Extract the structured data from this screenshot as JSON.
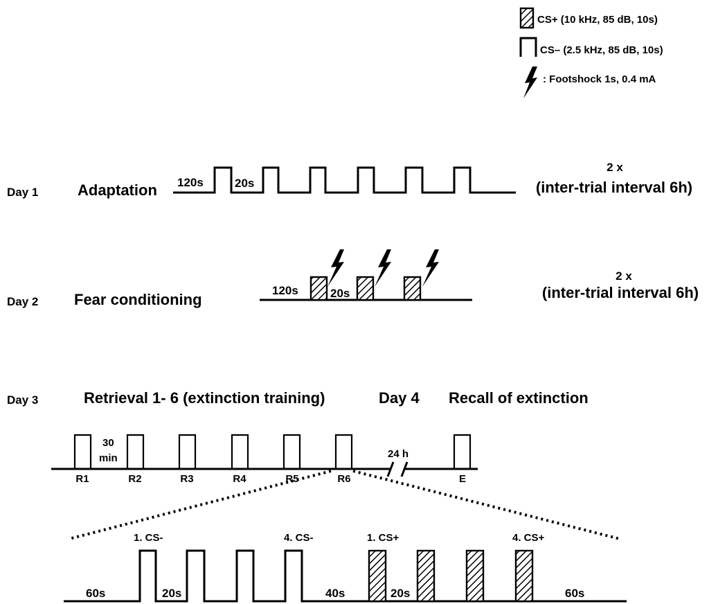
{
  "legend": {
    "cs_plus": "CS+ (10 kHz, 85 dB, 10s)",
    "cs_minus": "CS– (2.5 kHz, 85 dB, 10s)",
    "footshock": ": Footshock 1s, 0.4 mA"
  },
  "day1": {
    "day": "Day 1",
    "phase": "Adaptation",
    "baseline": "120s",
    "iti": "20s",
    "repeat": "2 x",
    "interval": "(inter-trial interval 6h)"
  },
  "day2": {
    "day": "Day 2",
    "phase": "Fear conditioning",
    "baseline": "120s",
    "iti": "20s",
    "repeat": "2 x",
    "interval": "(inter-trial interval 6h)"
  },
  "day3": {
    "day": "Day 3",
    "phase": "Retrieval 1- 6 (extinction training)",
    "gap_top": "30",
    "gap_bottom": "min",
    "retrievals": [
      "R1",
      "R2",
      "R3",
      "R4",
      "R5",
      "R6"
    ]
  },
  "day4": {
    "day": "Day 4",
    "phase": "Recall of extinction",
    "delay": "24 h",
    "recall": "E"
  },
  "expanded": {
    "first_cs_minus": "1. CS-",
    "fourth_cs_minus": "4. CS-",
    "first_cs_plus": "1. CS+",
    "fourth_cs_plus": "4. CS+",
    "start": "60s",
    "iti_minus": "20s",
    "between": "40s",
    "iti_plus": "20s",
    "end": "60s"
  }
}
